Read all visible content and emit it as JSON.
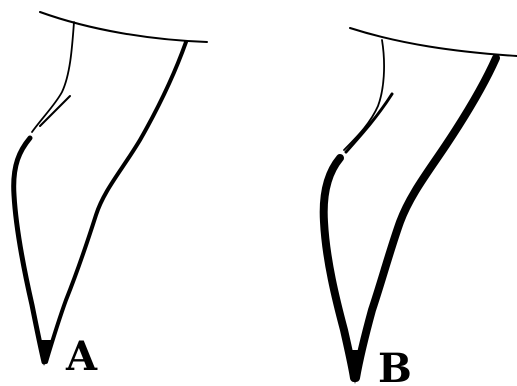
{
  "figure": {
    "panels": [
      {
        "label": "A",
        "outline": "thin-contour"
      },
      {
        "label": "B",
        "outline": "thick-contour"
      }
    ],
    "colors": {
      "ink": "#000000",
      "background": "#ffffff"
    }
  }
}
